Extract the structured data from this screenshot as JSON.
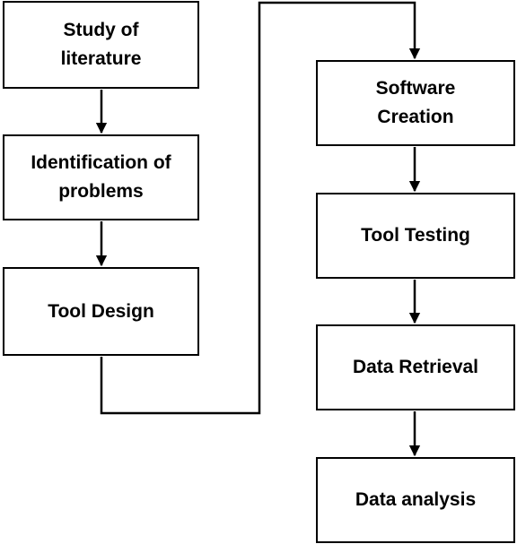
{
  "diagram": {
    "nodes": [
      {
        "id": "study",
        "lines": [
          "Study of",
          "literature"
        ]
      },
      {
        "id": "identify",
        "lines": [
          "Identification of",
          "problems"
        ]
      },
      {
        "id": "design",
        "lines": [
          "Tool Design"
        ]
      },
      {
        "id": "software",
        "lines": [
          "Software",
          "Creation"
        ]
      },
      {
        "id": "testing",
        "lines": [
          "Tool Testing"
        ]
      },
      {
        "id": "retrieval",
        "lines": [
          "Data Retrieval"
        ]
      },
      {
        "id": "analysis",
        "lines": [
          "Data analysis"
        ]
      }
    ],
    "edges": [
      {
        "from": "study",
        "to": "identify"
      },
      {
        "from": "identify",
        "to": "design"
      },
      {
        "from": "design",
        "to": "software"
      },
      {
        "from": "software",
        "to": "testing"
      },
      {
        "from": "testing",
        "to": "retrieval"
      },
      {
        "from": "retrieval",
        "to": "analysis"
      }
    ],
    "colors": {
      "stroke": "#000000",
      "fill": "#ffffff",
      "text": "#000000"
    }
  }
}
